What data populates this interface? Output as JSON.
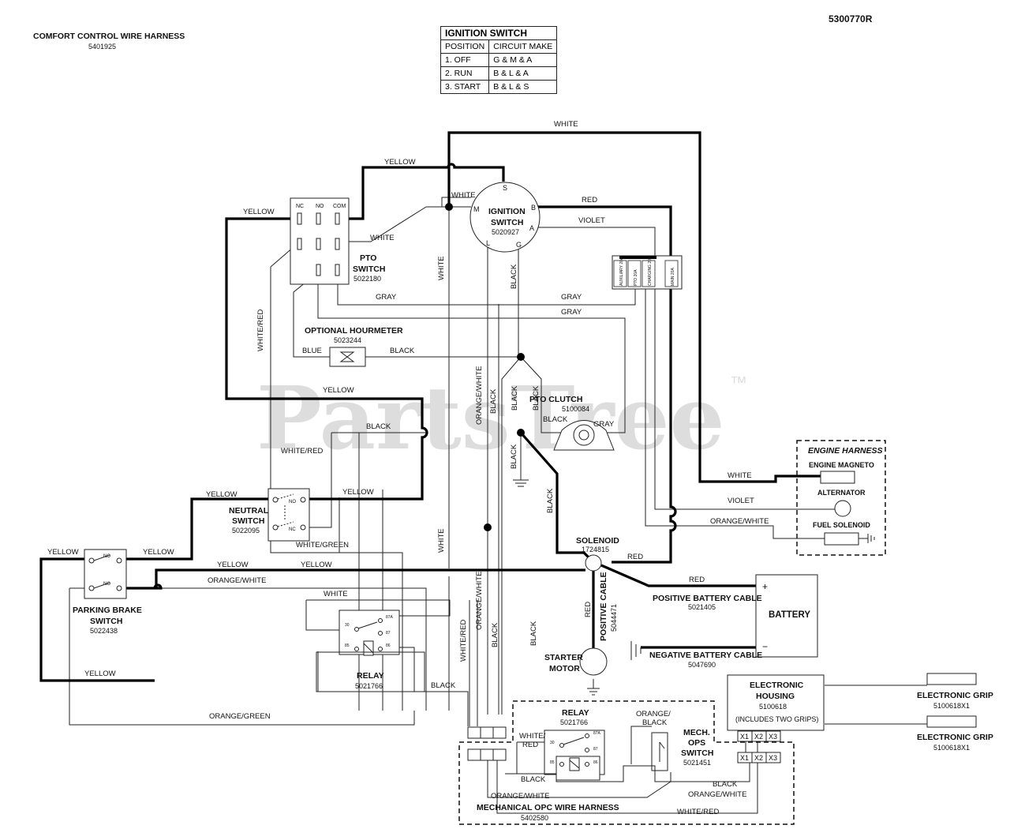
{
  "header": {
    "doc_number": "5300770R",
    "harness_title": "COMFORT CONTROL WIRE HARNESS",
    "harness_part": "5401925"
  },
  "ignition_table": {
    "title": "IGNITION SWITCH",
    "col_position": "POSITION",
    "col_circuit": "CIRCUIT MAKE",
    "rows": [
      {
        "position": "1. OFF",
        "circuit": "G & M & A"
      },
      {
        "position": "2. RUN",
        "circuit": "B & L & A"
      },
      {
        "position": "3. START",
        "circuit": "B & L & S"
      }
    ]
  },
  "watermark": {
    "text": "PartsTree",
    "tm": "™"
  },
  "components": {
    "ignition_switch": {
      "name1": "IGNITION",
      "name2": "SWITCH",
      "part": "5020927",
      "pins": {
        "s": "S",
        "m": "M",
        "b": "B",
        "a": "A",
        "l": "L",
        "g": "G"
      }
    },
    "pto_switch": {
      "name1": "PTO",
      "name2": "SWITCH",
      "part": "5022180",
      "pins": {
        "nc": "NC",
        "no": "NO",
        "com": "COM"
      }
    },
    "hourmeter": {
      "name": "OPTIONAL HOURMETER",
      "part": "5023244"
    },
    "pto_clutch": {
      "name": "PTO CLUTCH",
      "part": "5100084"
    },
    "neutral_switch": {
      "name1": "NEUTRAL",
      "name2": "SWITCH",
      "part": "5022095",
      "pins": {
        "no": "NO",
        "nc": "NC"
      }
    },
    "parking_brake_switch": {
      "name1": "PARKING BRAKE",
      "name2": "SWITCH",
      "part": "5022438",
      "pins": {
        "no": "NO"
      }
    },
    "relay_main": {
      "name": "RELAY",
      "part": "5021766",
      "pins": {
        "p30": "30",
        "p87a": "87A",
        "p87": "87",
        "p85": "85",
        "p86": "86"
      }
    },
    "relay_opc": {
      "name": "RELAY",
      "part": "5021766",
      "pins": {
        "p30": "30",
        "p87a": "87A",
        "p87": "87",
        "p85": "85",
        "p86": "86"
      }
    },
    "solenoid": {
      "name": "SOLENOID",
      "part": "1724815"
    },
    "starter_motor": {
      "name1": "STARTER",
      "name2": "MOTOR"
    },
    "battery": {
      "name": "BATTERY",
      "plus": "+",
      "minus": "−"
    },
    "positive_battery_cable": {
      "name": "POSITIVE BATTERY CABLE",
      "part": "5021405"
    },
    "negative_battery_cable": {
      "name": "NEGATIVE BATTERY CABLE",
      "part": "5047690"
    },
    "positive_cable_vertical": {
      "name": "POSITIVE CABLE",
      "part": "5044471"
    },
    "engine_harness": {
      "title": "ENGINE HARNESS",
      "magneto": "ENGINE MAGNETO",
      "alternator": "ALTERNATOR",
      "fuel_solenoid": "FUEL SOLENOID"
    },
    "fuse_block": {
      "fuses": [
        "AUXILIARY 20A",
        "PTO 20A",
        "CHARGING 20A",
        "MAIN 20A"
      ]
    },
    "electronic_housing": {
      "name1": "ELECTRONIC",
      "name2": "HOUSING",
      "part": "5100618",
      "note": "(INCLUDES TWO GRIPS)",
      "terminals": [
        "X1",
        "X2",
        "X3"
      ]
    },
    "electronic_grip_1": {
      "name": "ELECTRONIC GRIP",
      "part": "5100618X1"
    },
    "electronic_grip_2": {
      "name": "ELECTRONIC GRIP",
      "part": "5100618X1"
    },
    "mech_ops_switch": {
      "name1": "MECH.",
      "name2": "OPS",
      "name3": "SWITCH",
      "part": "5021451",
      "terminals": [
        "X1",
        "X2",
        "X3"
      ]
    },
    "opc_harness": {
      "name": "MECHANICAL OPC WIRE HARNESS",
      "part": "5402580"
    }
  },
  "wire_labels": {
    "white": "WHITE",
    "yellow": "YELLOW",
    "red": "RED",
    "violet": "VIOLET",
    "black": "BLACK",
    "gray": "GRAY",
    "blue": "BLUE",
    "white_red": "WHITE/RED",
    "orange_white": "ORANGE/WHITE",
    "white_green": "WHITE/GREEN",
    "orange_green": "ORANGE/GREEN",
    "white_red_split_1": "WHITE/",
    "white_red_split_2": "RED",
    "orange_black_split_1": "ORANGE/",
    "orange_black_split_2": "BLACK"
  }
}
